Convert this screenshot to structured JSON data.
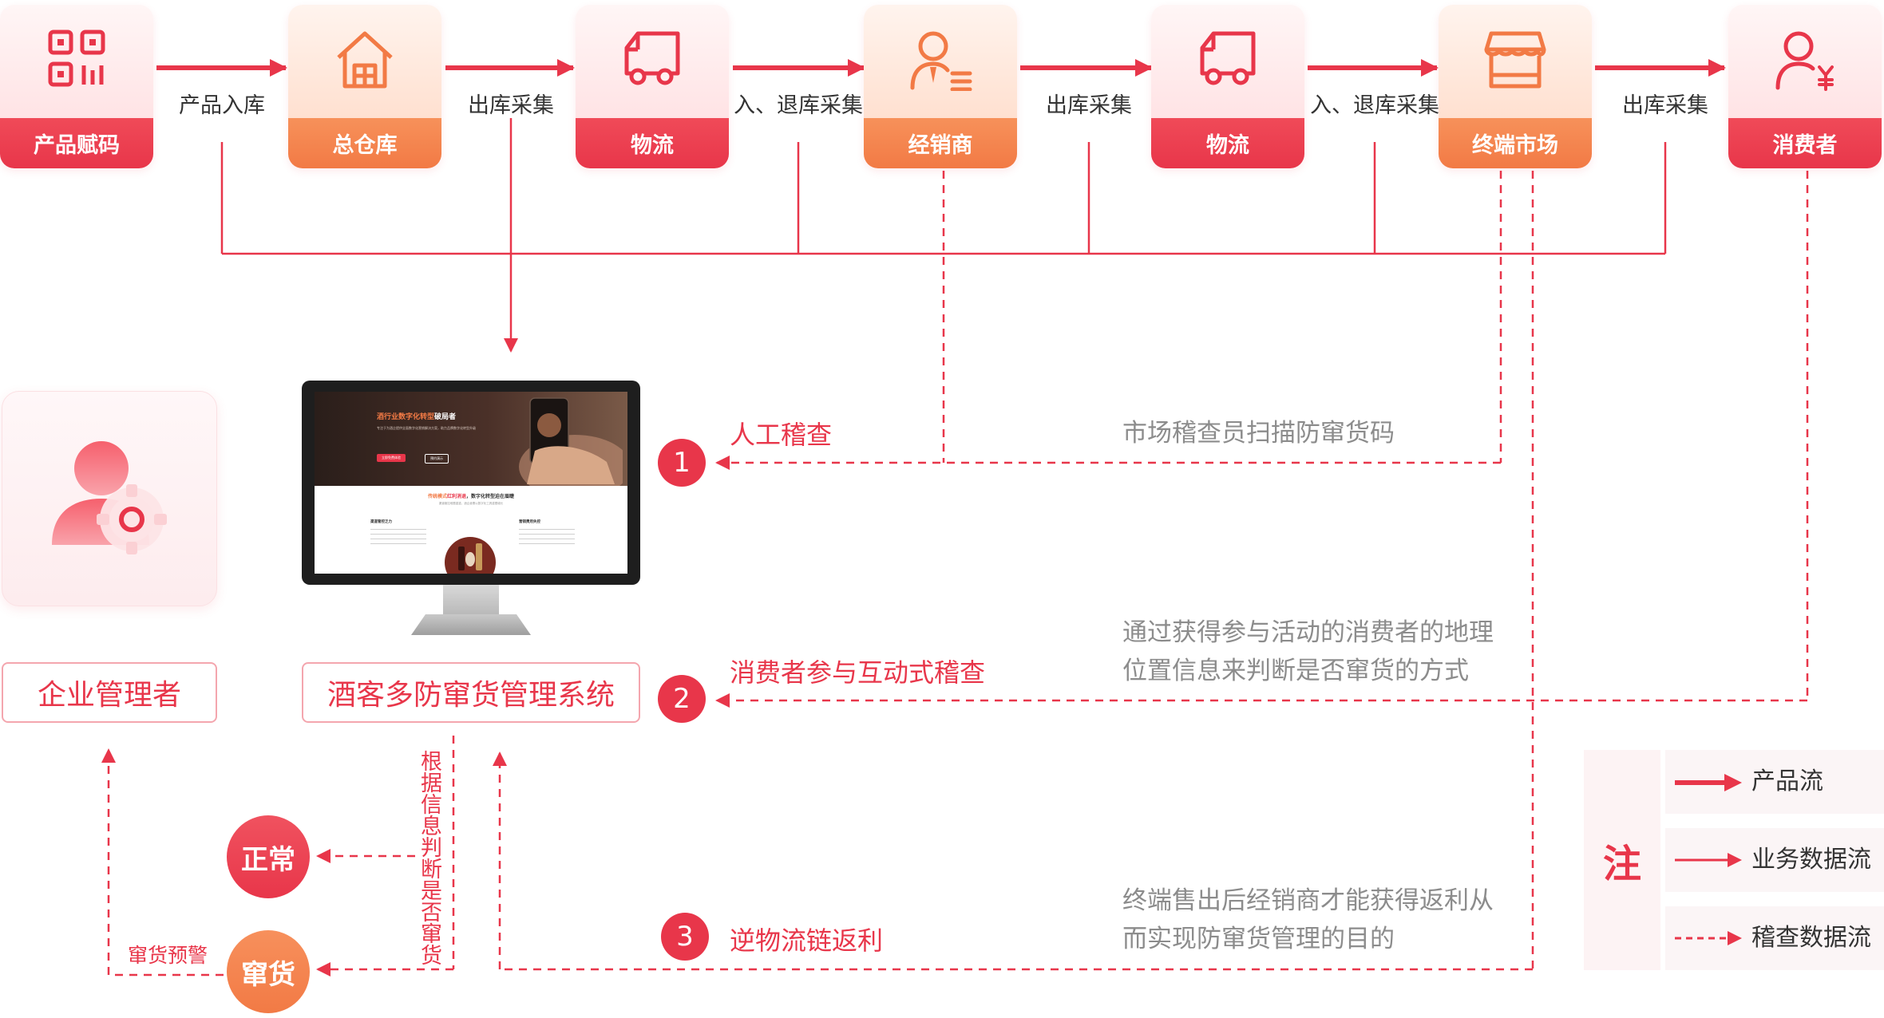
{
  "flow": {
    "nodes": [
      {
        "label": "产品赋码",
        "icon": "qr-code-icon"
      },
      {
        "label": "总仓库",
        "icon": "warehouse-icon"
      },
      {
        "label": "物流",
        "icon": "truck-icon"
      },
      {
        "label": "经销商",
        "icon": "dealer-icon"
      },
      {
        "label": "物流",
        "icon": "truck-icon"
      },
      {
        "label": "终端市场",
        "icon": "store-icon"
      },
      {
        "label": "消费者",
        "icon": "consumer-icon"
      }
    ],
    "edge_labels": [
      "产品入库",
      "出库采集",
      "入、退库采集",
      "出库采集",
      "入、退库采集",
      "出库采集"
    ]
  },
  "admin": {
    "label": "企业管理者",
    "icon": "admin-gear-icon"
  },
  "system": {
    "label": "酒客多防窜货管理系统"
  },
  "monitor_screen": {
    "hero_title_a": "酒行业数字化转型",
    "hero_title_b": "破局者",
    "hero_sub": "专注于为酒企提供全面数字化营销解决方案，助力品牌数字化转型升级",
    "btn_primary": "立即免费体验",
    "btn_secondary": "预约演示",
    "section_title_a": "传统模式",
    "section_title_b": "红利消退",
    "section_title_c": "，数字化转型迫在眉睫",
    "section_sub": "渠道管控难题重重，酒企亟需以数字化工具重塑增长",
    "col_left_title": "渠道管控乏力",
    "col_right_title": "营销费用失控"
  },
  "audits": [
    {
      "num": "1",
      "title": "人工稽查",
      "desc": [
        "市场稽查员扫描防窜货码"
      ]
    },
    {
      "num": "2",
      "title": "消费者参与互动式稽查",
      "desc": [
        "通过获得参与活动的消费者的地理",
        "位置信息来判断是否窜货的方式"
      ]
    },
    {
      "num": "3",
      "title": "逆物流链返利",
      "desc": [
        "终端售出后经销商才能获得返利从",
        "而实现防窜货管理的目的"
      ]
    }
  ],
  "judge": {
    "text": "根据信息判断是否窜货",
    "normal": "正常",
    "fleeing": "窜货",
    "warning": "窜货预警"
  },
  "legend": {
    "note": "注",
    "items": [
      {
        "label": "产品流",
        "style": "solid-thick"
      },
      {
        "label": "业务数据流",
        "style": "solid"
      },
      {
        "label": "稽查数据流",
        "style": "dashed"
      }
    ]
  },
  "colors": {
    "red": "#e8364a",
    "orange": "#f27a45",
    "grey_text": "#8c8c8c"
  }
}
